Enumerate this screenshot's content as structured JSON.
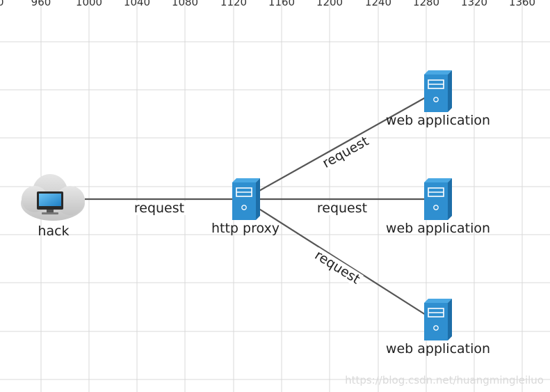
{
  "ruler": {
    "ticks": [
      "0",
      "960",
      "1000",
      "1040",
      "1080",
      "1120",
      "1160",
      "1200",
      "1240",
      "1280",
      "1320",
      "1360"
    ]
  },
  "nodes": {
    "hack": {
      "label": "hack",
      "icon": "cloud-computer-icon"
    },
    "proxy": {
      "label": "http proxy",
      "icon": "server-icon"
    },
    "web_top": {
      "label": "web application",
      "icon": "server-icon"
    },
    "web_mid": {
      "label": "web application",
      "icon": "server-icon"
    },
    "web_bottom": {
      "label": "web application",
      "icon": "server-icon"
    }
  },
  "edges": {
    "hack_to_proxy": {
      "label": "request"
    },
    "proxy_to_web_top": {
      "label": "request"
    },
    "proxy_to_web_mid": {
      "label": "request"
    },
    "proxy_to_web_bottom": {
      "label": "request"
    }
  },
  "watermark": "https://blog.csdn.net/huangmingleiluo",
  "colors": {
    "grid": "#d8d8d8",
    "edge": "#555555",
    "server_front": "#2f8fd0",
    "server_side": "#1d6ea8",
    "cloud": "#d2d2d2",
    "monitor_screen": "#3a9ee0"
  }
}
